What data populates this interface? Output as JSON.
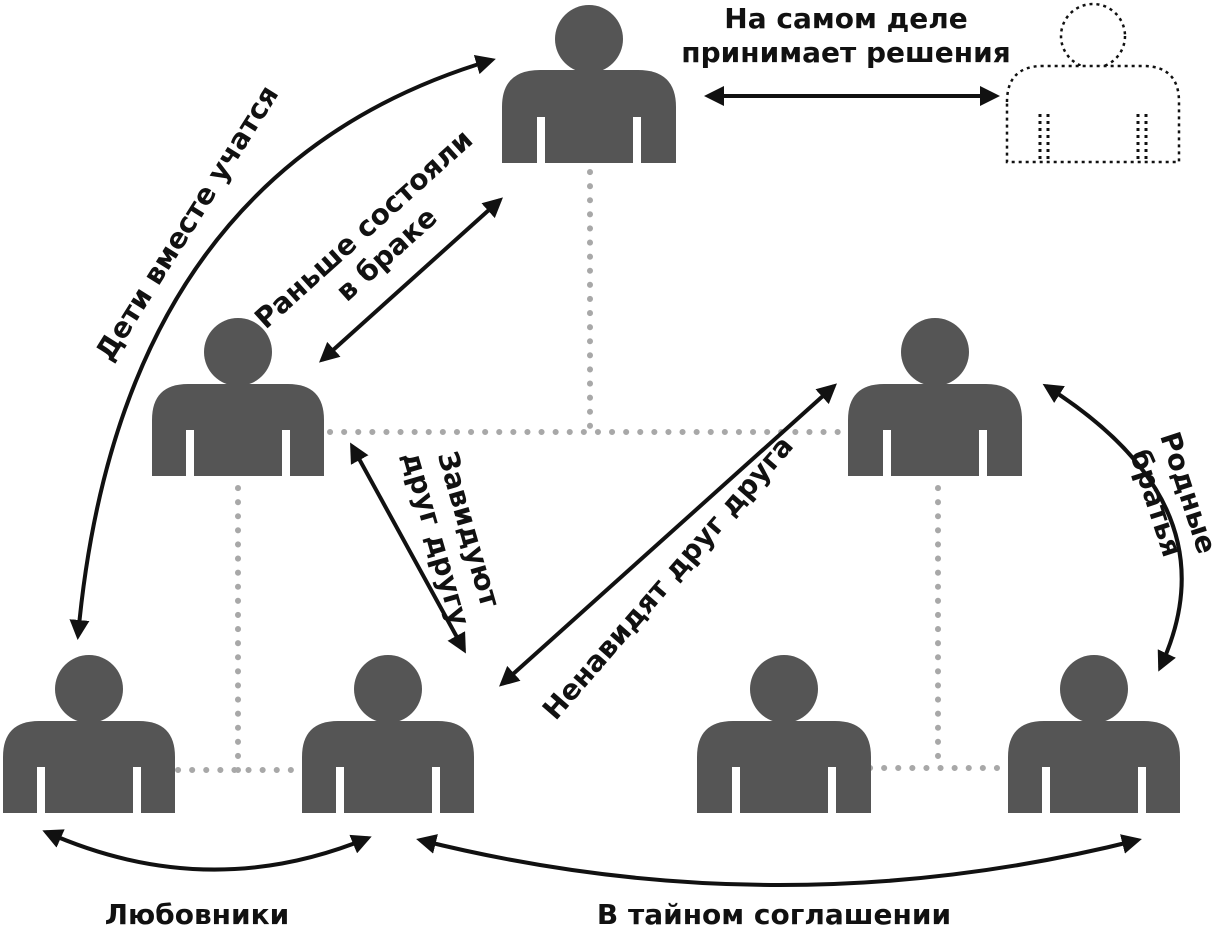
{
  "labels": {
    "real_decision": [
      "На самом деле",
      "принимает решения"
    ],
    "kids_study": "Дети вместе учатся",
    "formerly_married": [
      "Раньше состояли",
      "в браке"
    ],
    "envy": [
      "Завидуют",
      "друг другу"
    ],
    "hate": "Ненавидят друг друга",
    "brothers": [
      "Родные",
      "братья"
    ],
    "lovers": "Любовники",
    "secret_deal": "В тайном соглашении"
  },
  "colors": {
    "person": "#555555",
    "dotted_line": "#a8a8a8",
    "arrow": "#111111",
    "background": "#ffffff"
  },
  "icons": {
    "person": "person-icon",
    "hidden_person": "dotted-person-icon"
  }
}
